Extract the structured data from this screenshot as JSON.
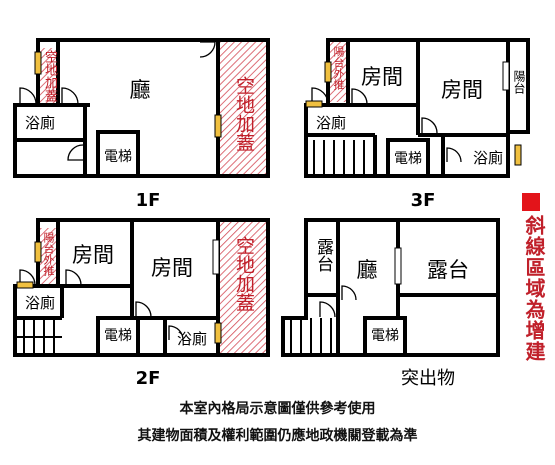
{
  "floors": {
    "f1": {
      "label": "1F",
      "hall": "廳",
      "bath": "浴廁",
      "elevator": "電梯",
      "void_added_left": "空地加蓋",
      "void_added_right": "空地加蓋"
    },
    "f2": {
      "label": "2F",
      "balcony_pushed": "陽台外推",
      "room_a": "房間",
      "room_b": "房間",
      "bath_left": "浴廁",
      "bath_right": "浴廁",
      "elevator": "電梯",
      "void_added": "空地加蓋"
    },
    "f3": {
      "label": "3F",
      "balcony_pushed": "陽台外推",
      "room_a": "房間",
      "room_b": "房間",
      "balcony": "陽台",
      "bath_left": "浴廁",
      "bath_right": "浴廁",
      "elevator": "電梯"
    },
    "roof": {
      "label": "突出物",
      "terrace_small": "露台",
      "hall": "廳",
      "terrace_large": "露台",
      "elevator": "電梯"
    }
  },
  "legend": {
    "text": "斜線區域為增建",
    "color": "#e3141a"
  },
  "notes": {
    "line1": "本室內格局示意圖僅供參考使用",
    "line2": "其建物面積及權利範圍仍應地政機關登載為準"
  }
}
